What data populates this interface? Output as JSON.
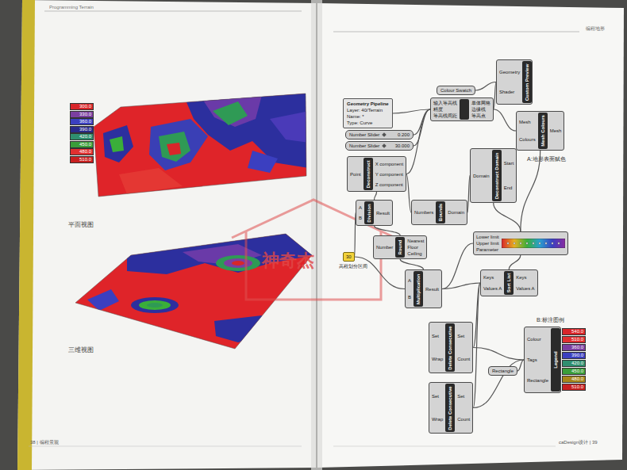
{
  "diagram": {
    "nodes": [
      {
        "text": [
          "Geometry Pipeline",
          "Layer: 40/Terrain",
          "Name: *",
          "Type: Curve"
        ]
      },
      {
        "text": [
          "输入等高线",
          "精度",
          "等高线间距",
          "单体网格",
          "边缘线",
          "等高点"
        ]
      },
      {
        "text": [
          "Colour Swatch"
        ]
      },
      {
        "text": [
          "Custom Preview",
          "Geometry",
          "Shader"
        ]
      },
      {
        "text": [
          "Number Slider",
          "0.200"
        ]
      },
      {
        "text": [
          "Number Slider",
          "30.000"
        ]
      },
      {
        "text": [
          "Mesh Colours",
          "Mesh",
          "Colours",
          "Mesh"
        ]
      },
      {
        "text": [
          "Deconstruct",
          "Point",
          "X component",
          "Y component",
          "Z component"
        ]
      },
      {
        "text": [
          "Deconstruct Domain",
          "Domain",
          "Start",
          "End"
        ]
      },
      {
        "text": [
          "Bounds",
          "Numbers",
          "Domain"
        ]
      },
      {
        "text": [
          "Division",
          "A",
          "B",
          "Result"
        ]
      },
      {
        "text": [
          "Round",
          "Number",
          "Nearest",
          "Floor",
          "Ceiling"
        ]
      },
      {
        "text": [
          "30",
          "高程划分区间"
        ]
      },
      {
        "text": [
          "Lower limit",
          "Upper limit",
          "Parameter"
        ]
      },
      {
        "text": [
          "Multiplication",
          "A",
          "B",
          "Result"
        ]
      },
      {
        "text": [
          "Sort List",
          "Keys",
          "Values A",
          "Keys",
          "Values A"
        ]
      },
      {
        "text": [
          "Delete Consecutive",
          "Set",
          "Wrap",
          "Set",
          "Count"
        ]
      },
      {
        "text": [
          "Delete Consecutive",
          "Set",
          "Wrap",
          "Set",
          "Count"
        ]
      },
      {
        "text": [
          "Legend",
          "Colour",
          "Tags",
          "Rectangle"
        ]
      },
      {
        "text": [
          "Rectangle"
        ]
      }
    ],
    "edges": [
      {
        "from": 0,
        "to": 1,
        "arrow": "none"
      },
      {
        "from": 4,
        "to": 1,
        "arrow": "none"
      },
      {
        "from": 5,
        "to": 1,
        "arrow": "none"
      },
      {
        "from": 1,
        "to": 3,
        "arrow": "none"
      },
      {
        "from": 2,
        "to": 3,
        "arrow": "none"
      },
      {
        "from": 1,
        "to": 6,
        "arrow": "none"
      },
      {
        "from": 1,
        "to": 7,
        "arrow": "none"
      },
      {
        "from": 7,
        "to": 9,
        "arrow": "none"
      },
      {
        "from": 7,
        "to": 10,
        "arrow": "none"
      },
      {
        "from": 9,
        "to": 8,
        "arrow": "none"
      },
      {
        "from": 8,
        "to": 13,
        "arrow": "none"
      },
      {
        "from": 12,
        "to": 10,
        "arrow": "none"
      },
      {
        "from": 10,
        "to": 11,
        "arrow": "none"
      },
      {
        "from": 11,
        "to": 14,
        "arrow": "none"
      },
      {
        "from": 12,
        "to": 14,
        "arrow": "none"
      },
      {
        "from": 14,
        "to": 13,
        "arrow": "none"
      },
      {
        "from": 13,
        "to": 6,
        "arrow": "none"
      },
      {
        "from": 14,
        "to": 15,
        "arrow": "none"
      },
      {
        "from": 13,
        "to": 15,
        "arrow": "none"
      },
      {
        "from": 15,
        "to": 16,
        "arrow": "none"
      },
      {
        "from": 15,
        "to": 17,
        "arrow": "none"
      },
      {
        "from": 16,
        "to": 18,
        "arrow": "none"
      },
      {
        "from": 17,
        "to": 18,
        "arrow": "none"
      },
      {
        "from": 19,
        "to": 18,
        "arrow": "none"
      }
    ],
    "labels": [
      "Programming Terrain",
      "平面视图",
      "三维视图",
      "38 | 编程景观",
      "编程地形",
      "caDesign设计 | 39",
      "A:地形表面赋色",
      "B:标注图例",
      "神奇杰"
    ],
    "legend": [
      {
        "text": "300.0",
        "color": "#d8262a"
      },
      {
        "text": "330.0",
        "color": "#7b3fa0"
      },
      {
        "text": "360.0",
        "color": "#3b3fc0"
      },
      {
        "text": "390.0",
        "color": "#2a2a8a"
      },
      {
        "text": "420.0",
        "color": "#2f8f6f"
      },
      {
        "text": "450.0",
        "color": "#3a9e3a"
      },
      {
        "text": "480.0",
        "color": "#e03030"
      },
      {
        "text": "510.0",
        "color": "#c82020"
      },
      {
        "text": "540.0",
        "color": "#d8262a"
      },
      {
        "text": "510.0",
        "color": "#e03030"
      },
      {
        "text": "360.0",
        "color": "#7b3fa0"
      },
      {
        "text": "390.0",
        "color": "#3b3fc0"
      },
      {
        "text": "420.0",
        "color": "#2f8f6f"
      },
      {
        "text": "450.0",
        "color": "#3a9e3a"
      },
      {
        "text": "480.0",
        "color": "#a8861a"
      },
      {
        "text": "510.0",
        "color": "#c82020"
      }
    ]
  }
}
